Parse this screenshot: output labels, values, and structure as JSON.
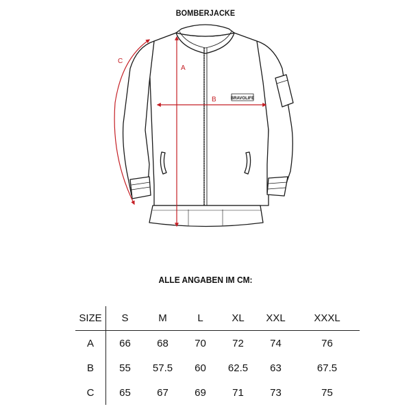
{
  "title": "BOMBERJACKE",
  "logo_text": "BRAVOLIFE",
  "measure_labels": {
    "a": "A",
    "b": "B",
    "c": "C"
  },
  "units_heading": "ALLE ANGABEN IM CM:",
  "size_table": {
    "corner": "SIZE",
    "sizes": [
      "S",
      "M",
      "L",
      "XL",
      "XXL",
      "XXXL"
    ],
    "rows": [
      {
        "label": "A",
        "values": [
          "66",
          "68",
          "70",
          "72",
          "74",
          "76"
        ]
      },
      {
        "label": "B",
        "values": [
          "55",
          "57.5",
          "60",
          "62.5",
          "63",
          "67.5"
        ]
      },
      {
        "label": "C",
        "values": [
          "65",
          "67",
          "69",
          "71",
          "73",
          "75"
        ]
      }
    ]
  },
  "colors": {
    "measure_arrow": "#c41e24",
    "outline": "#1a1a1a",
    "text": "#111111"
  }
}
